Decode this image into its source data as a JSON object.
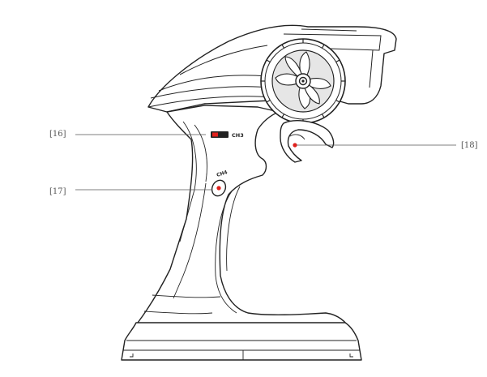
{
  "callouts": {
    "c16": "[16]",
    "c17": "[17]",
    "c18": "[18]"
  },
  "controls": {
    "ch3_label": "CH3",
    "ch4_label": "CH4"
  },
  "colors": {
    "outline": "#222222",
    "accent": "#e0201c",
    "leader": "#555555",
    "shade": "#e6e6e6"
  },
  "icons": {
    "transmitter": "rc-pistol-transmitter",
    "wheel": "steering-wheel-icon",
    "trigger": "throttle-trigger-icon"
  }
}
